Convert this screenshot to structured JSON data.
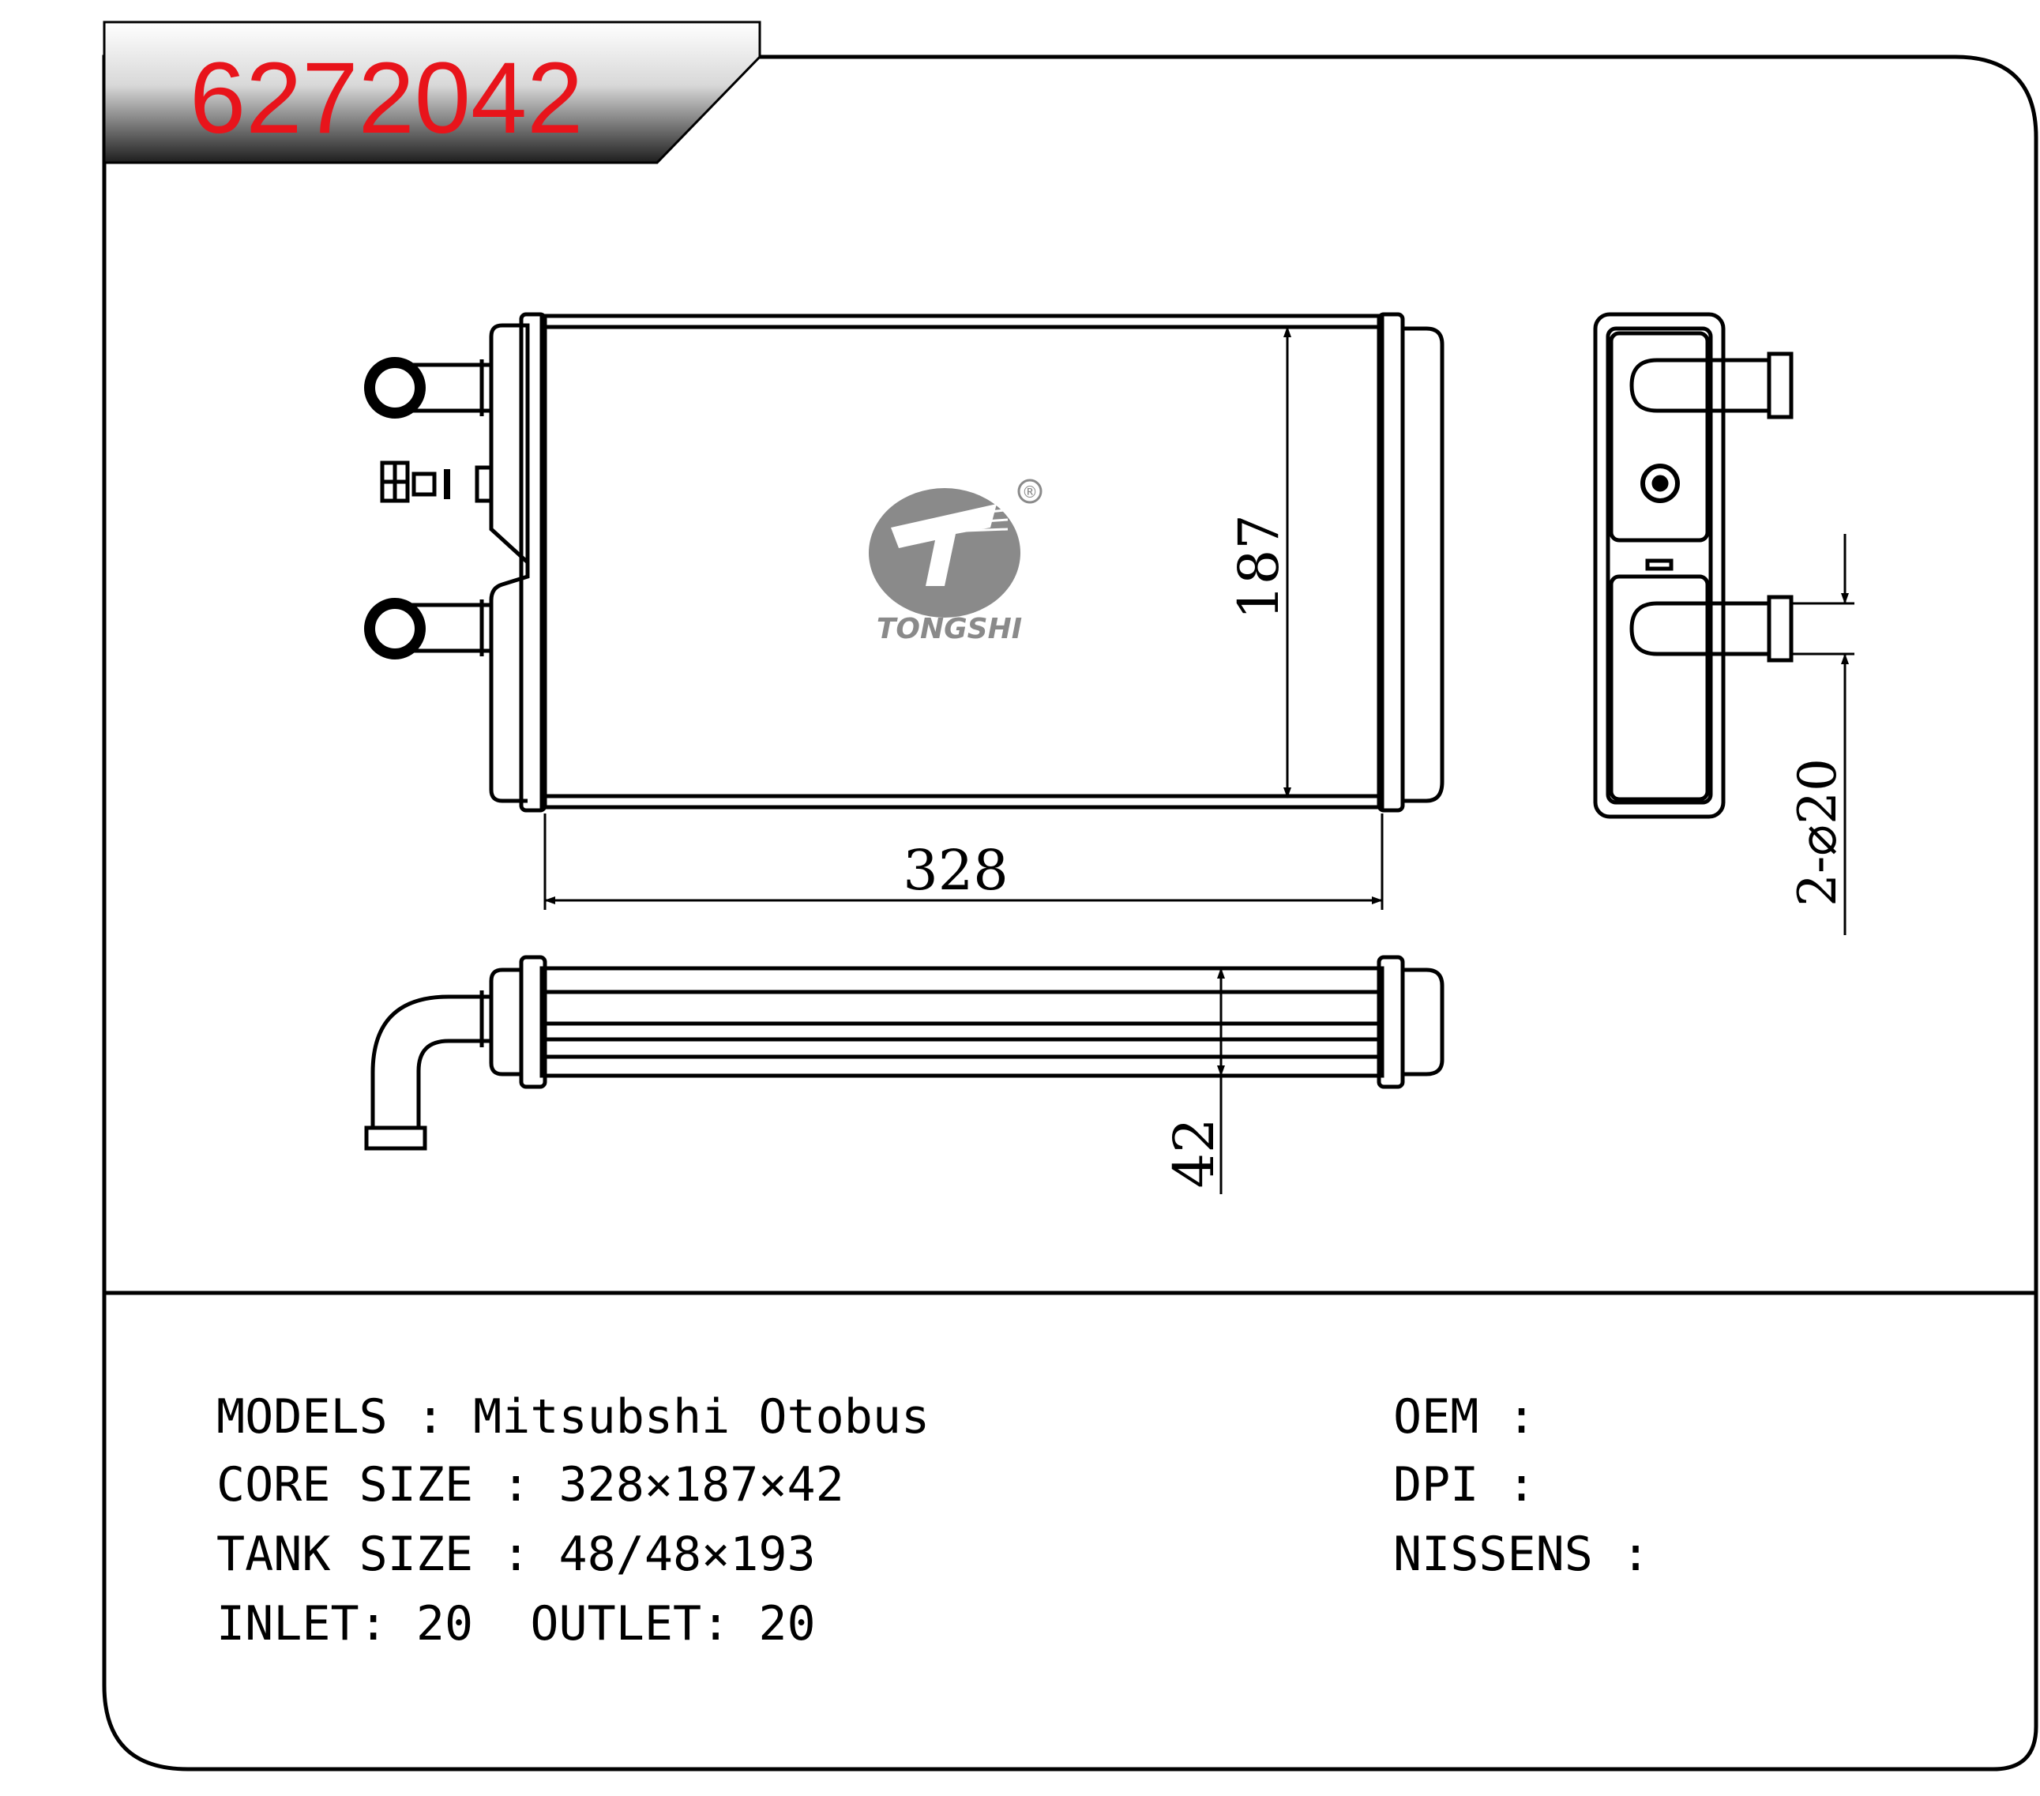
{
  "part_number": "6272042",
  "drawing": {
    "logo_text": "TONGSHI",
    "logo_mark": "®",
    "dims": {
      "height": "187",
      "width": "328",
      "depth": "42",
      "pipe": "2-⌀20"
    }
  },
  "specs": {
    "models": "MODELS : Mitsubshi Otobus",
    "core_size": "CORE SIZE : 328×187×42",
    "tank_size": "TANK SIZE : 48/48×193",
    "inlet_outlet": "INLET: 20  OUTLET: 20",
    "oem": "OEM :",
    "dpi": "DPI :",
    "nissens": "NISSENS :"
  },
  "colors": {
    "part_number": "#e8141b",
    "line": "#000000",
    "logo": "#8a8a8a"
  }
}
